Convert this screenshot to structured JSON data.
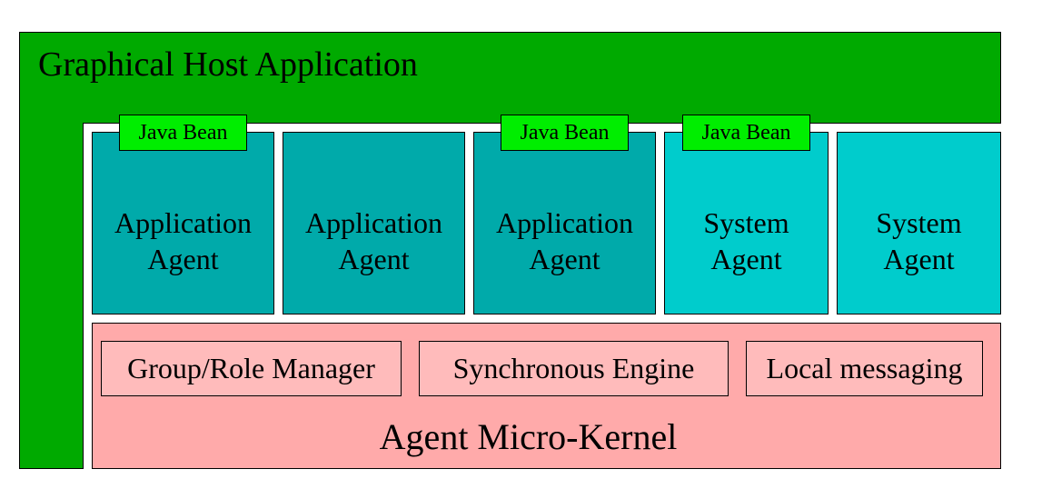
{
  "host": {
    "title": "Graphical Host Application"
  },
  "agents": [
    {
      "line1": "Application",
      "line2": "Agent",
      "kind": "application",
      "bean": "Java Bean"
    },
    {
      "line1": "Application",
      "line2": "Agent",
      "kind": "application",
      "bean": ""
    },
    {
      "line1": "Application",
      "line2": "Agent",
      "kind": "application",
      "bean": "Java Bean"
    },
    {
      "line1": "System",
      "line2": "Agent",
      "kind": "system",
      "bean": "Java Bean"
    },
    {
      "line1": "System",
      "line2": "Agent",
      "kind": "system",
      "bean": ""
    }
  ],
  "kernel": {
    "title": "Agent Micro-Kernel",
    "modules": [
      "Group/Role Manager",
      "Synchronous Engine",
      "Local messaging"
    ]
  },
  "colors": {
    "host": "#00aa00",
    "java_bean": "#00ee00",
    "application_agent": "#00aaaa",
    "system_agent": "#00cccc",
    "kernel": "#ffaaaa",
    "kernel_module": "#ffbbbb"
  }
}
